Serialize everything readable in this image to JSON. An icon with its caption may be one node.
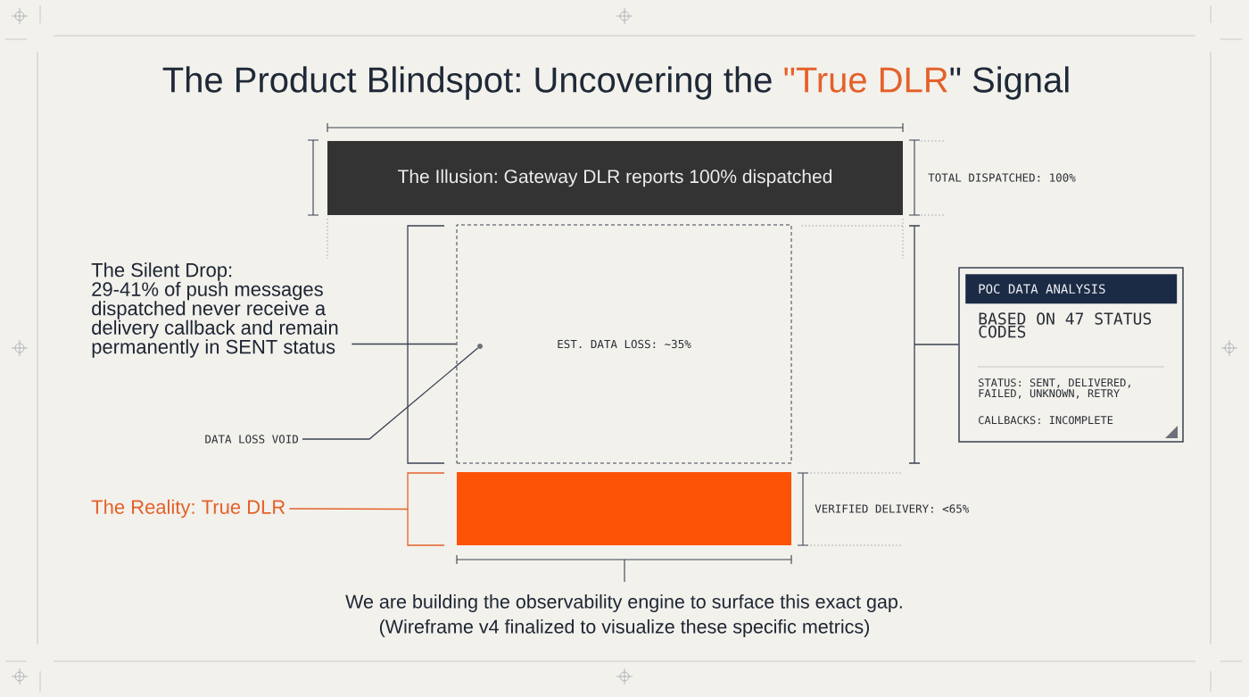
{
  "diagram": {
    "title": "The Product Blindspot: Uncovering the \"True DLR\" Signal",
    "nodes": [
      {
        "text": [
          "The Illusion: Gateway DLR reports 100% dispatched"
        ],
        "beside": [
          "TOTAL DISPATCHED: 100%"
        ]
      },
      {
        "text": [
          "The Silent Drop:",
          "29-41% of push messages dispatched never receive a delivery callback and remain permanently in SENT status"
        ]
      },
      {
        "text": [
          "EST. DATA LOSS: ~35%"
        ]
      },
      {
        "text": [],
        "shape": "circle",
        "in": 2
      },
      {
        "text": [],
        "shape": "bracket"
      },
      {
        "text": [
          "POC DATA ANALYSIS",
          "BASED ON 47 STATUS CODES",
          "STATUS: SENT, DELIVERED, FAILED, UNKNOWN, RETRY",
          "CALLBACKS: INCOMPLETE"
        ]
      },
      {
        "text": [
          "DATA LOSS VOID"
        ]
      },
      {
        "text": [
          "The Reality: True DLR"
        ]
      },
      {
        "text": [],
        "shape": "bracket"
      },
      {
        "text": [],
        "shape": "bar",
        "beside": [
          "VERIFIED DELIVERY: <65%"
        ]
      }
    ],
    "edges": [
      {
        "from": 1,
        "to": 2,
        "arrow": "none"
      },
      {
        "from": 4,
        "to": 5,
        "arrow": "none"
      },
      {
        "from": 6,
        "to": 3,
        "arrow": "none"
      },
      {
        "from": 7,
        "to": 8,
        "arrow": "none",
        "color": "#e4612a"
      }
    ],
    "labels": [
      "We are building the observability engine to surface this exact gap.",
      "(Wireframe v4 finalized to visualize these specific metrics)"
    ]
  }
}
